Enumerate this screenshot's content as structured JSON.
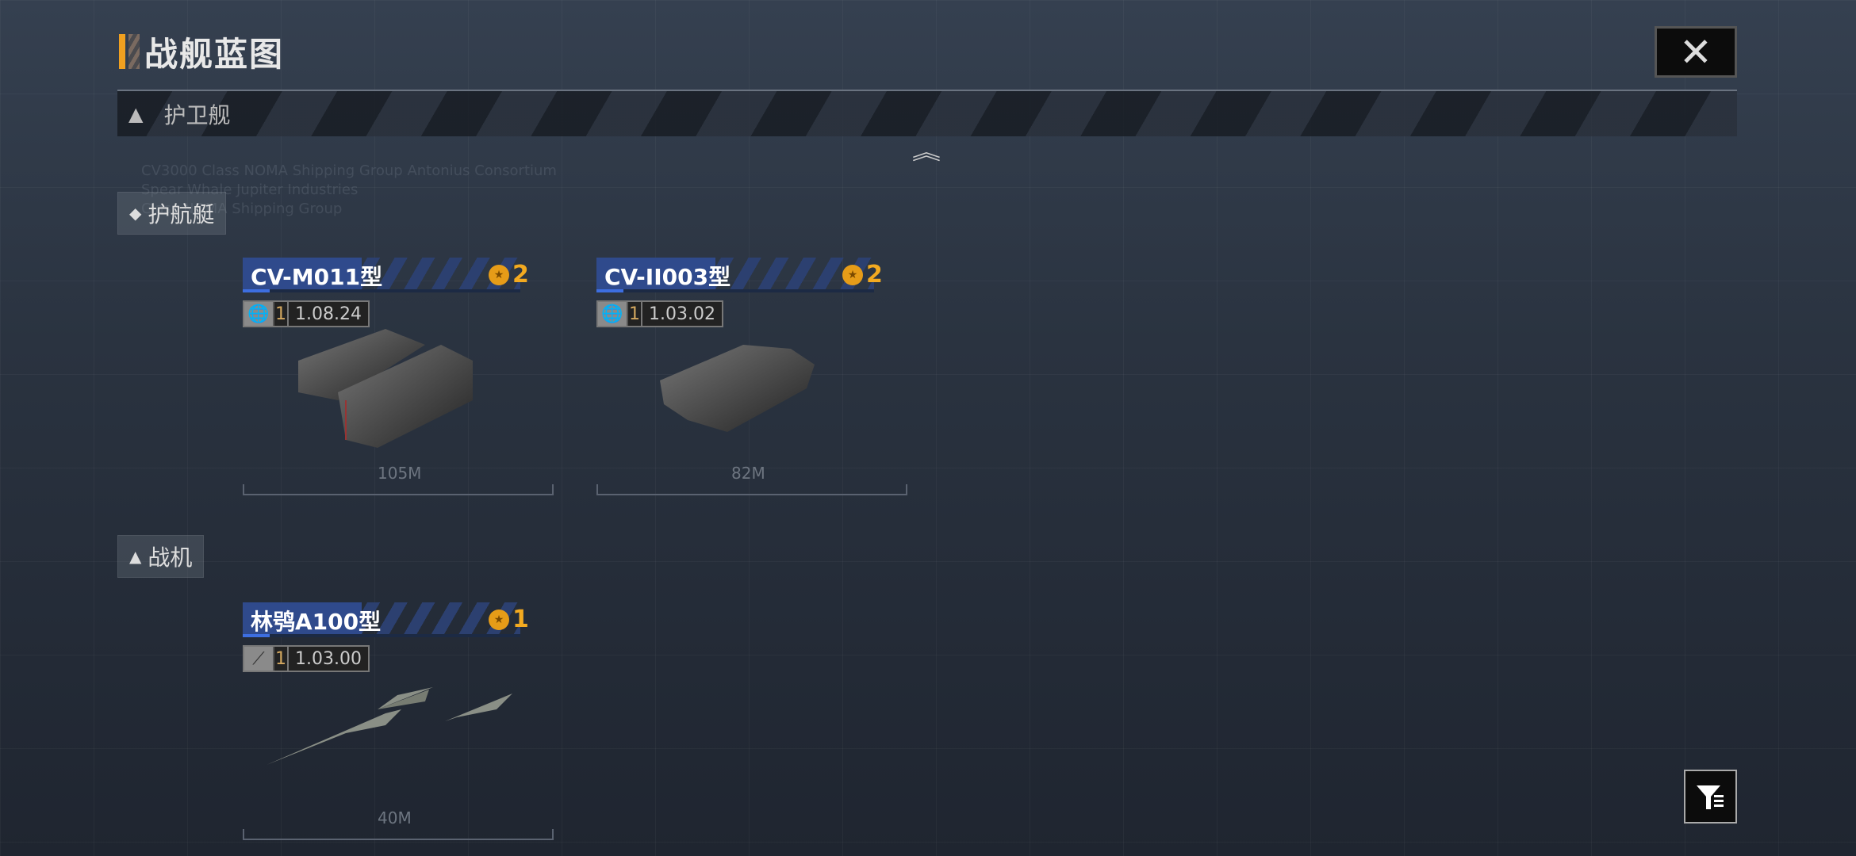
{
  "title": "战舰蓝图",
  "header": {
    "label": "护卫舰"
  },
  "sections": [
    {
      "label": "护航艇",
      "items": [
        {
          "name": "CV-M011型",
          "count": "2",
          "level": "1",
          "version": "1.08.24",
          "length": "105M"
        },
        {
          "name": "CV-II003型",
          "count": "2",
          "level": "1",
          "version": "1.03.02",
          "length": "82M"
        }
      ]
    },
    {
      "label": "战机",
      "items": [
        {
          "name": "林鸮A100型",
          "count": "1",
          "level": "1",
          "version": "1.03.00",
          "length": "40M"
        }
      ]
    }
  ],
  "background_text": [
    "CV3000 Class NOMA Shipping Group Antonius Consortium",
    "Spear Whale Jupiter Industries",
    "Class NOMA Shipping Group"
  ]
}
